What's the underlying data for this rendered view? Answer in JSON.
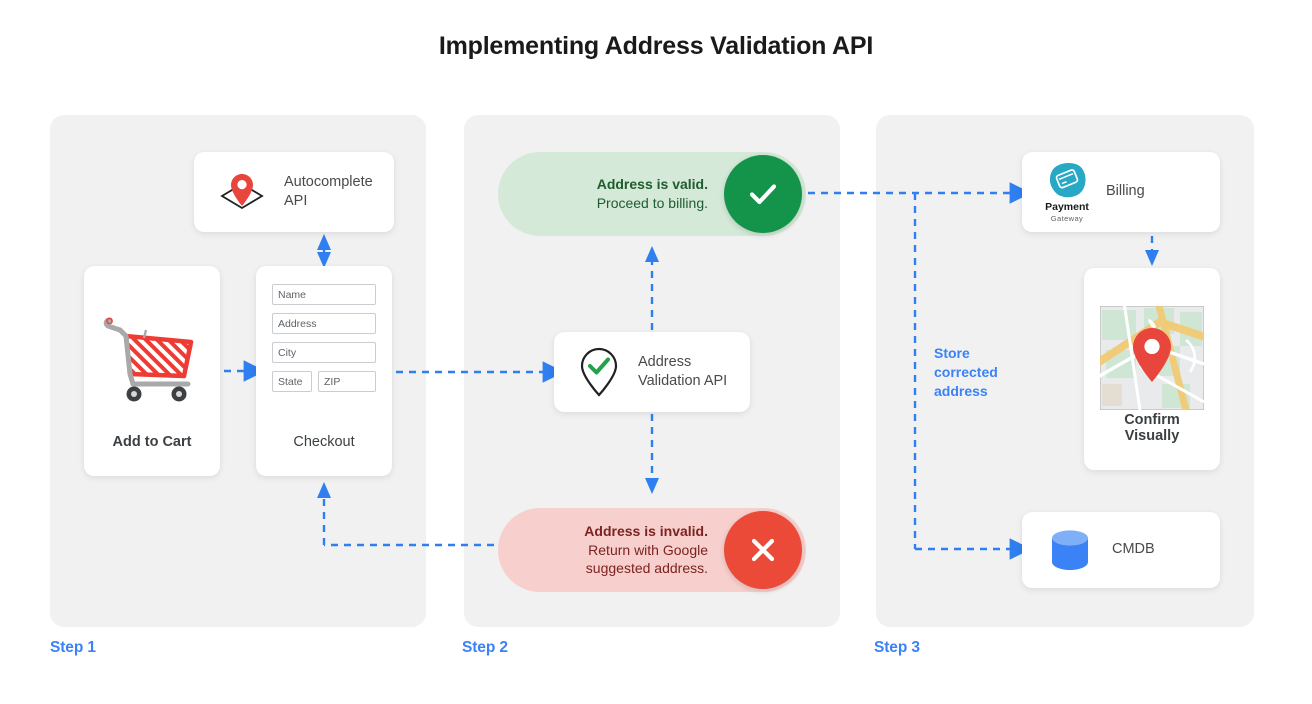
{
  "title": "Implementing Address Validation API",
  "colors": {
    "accent_blue": "#3b82f6",
    "panel_bg": "#f1f1f1",
    "valid_pill_bg": "#d4e9d7",
    "valid_badge": "#14934a",
    "invalid_pill_bg": "#f7cfcd",
    "invalid_badge": "#ea4a37",
    "pin_red": "#e8453c",
    "cmdb_blue": "#3b82f6",
    "payment_teal": "#27a8c4"
  },
  "steps": [
    {
      "label": "Step 1"
    },
    {
      "label": "Step 2"
    },
    {
      "label": "Step 3"
    }
  ],
  "step1": {
    "autocomplete_card": {
      "icon": "map-pin-diamond-icon",
      "label_line1": "Autocomplete",
      "label_line2": "API"
    },
    "add_to_cart_card": {
      "icon": "shopping-cart-icon",
      "label": "Add to Cart"
    },
    "checkout_card": {
      "label": "Checkout",
      "fields": [
        {
          "name": "name-field",
          "placeholder": "Name"
        },
        {
          "name": "address-field",
          "placeholder": "Address"
        },
        {
          "name": "city-field",
          "placeholder": "City"
        },
        {
          "name": "state-field",
          "placeholder": "State"
        },
        {
          "name": "zip-field",
          "placeholder": "ZIP"
        }
      ]
    }
  },
  "step2": {
    "valid_pill": {
      "line1": "Address is valid.",
      "line2": "Proceed to billing.",
      "badge_icon": "check-icon"
    },
    "validation_card": {
      "icon": "pin-check-icon",
      "label_line1": "Address",
      "label_line2": "Validation API"
    },
    "invalid_pill": {
      "line1": "Address is invalid.",
      "line2": "Return with Google",
      "line3": "suggested address.",
      "badge_icon": "close-icon"
    }
  },
  "step3": {
    "billing_card": {
      "icon": "payment-gateway-logo",
      "logo_line1": "Payment",
      "logo_line2": "Gateway",
      "label": "Billing"
    },
    "map_card": {
      "icon": "map-thumbnail-icon",
      "label_line1": "Confirm",
      "label_line2": "Visually"
    },
    "cmdb_card": {
      "icon": "database-icon",
      "label": "CMDB"
    },
    "store_note": {
      "line1": "Store",
      "line2": "corrected",
      "line3": "address"
    }
  }
}
